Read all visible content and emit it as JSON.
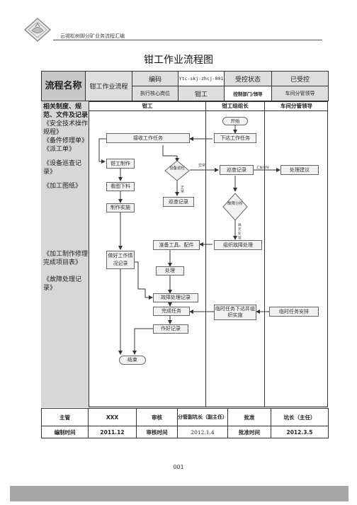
{
  "header": {
    "company": "云锡松树脚分矿业务流程汇编"
  },
  "title": "钳工作业流程图",
  "meta": {
    "process_name_label": "流程名称",
    "process_name": "钳工作业流程",
    "code_label": "编码",
    "code_value": "Ytc-skj-zhcj-001",
    "control_status_label": "受控状态",
    "control_status_value": "已受控",
    "exec_post_label": "执行核心岗位",
    "exec_post_value": "钳工",
    "control_dept_label": "控制部门/领导",
    "control_dept_value": "车间分管领导"
  },
  "related_docs": {
    "heading": "相关制度、规范、文件及记录",
    "items": [
      "《安全技术操作规程》",
      "《备件修理单》",
      "《派工单》",
      "《设备巡查记录》",
      "《加工图纸》",
      "《加工制作修理完成项目表》",
      "《故障处理记录》"
    ]
  },
  "lanes": [
    "钳工",
    "钳工组组长",
    "车间分管领导"
  ],
  "flow": {
    "start": "开始",
    "receive_task": "接收工作任务",
    "issue_task": "下达工作任务",
    "make_fitting": "钳工制作",
    "equip_check": "设备巡检",
    "abnormal": "异常",
    "inspection_record": "巡查记录",
    "report_to_leader": "汇报领导",
    "handle_suggestion": "处理建议",
    "read_drawing": "看图下料",
    "normal": "正常",
    "make_implement": "制作实施",
    "patrol_record": "巡查记录",
    "fault_analysis": "故障分析",
    "confirm_handle": "确定处理",
    "prepare_tools": "准备工具、配件",
    "organize_fault": "组织故障处理",
    "make_work_record": "做好工作情况记录",
    "handle": "处理",
    "fault_record": "故障处理记录",
    "complete_task": "完成任务",
    "temp_task_org": "临时任务下达并组织实施",
    "temp_task_arrange": "临时任务安排",
    "record_work": "作好记录",
    "end": "结束"
  },
  "footer": {
    "row1": [
      "主管",
      "XXX",
      "审核",
      "分管副坑长（副主任）",
      "批准",
      "坑长（主任）"
    ],
    "row2": [
      "编制时间",
      "2011.12",
      "审核时间",
      "2012.1.4",
      "批准时间",
      "2012.3.5"
    ]
  },
  "page_number": "001"
}
